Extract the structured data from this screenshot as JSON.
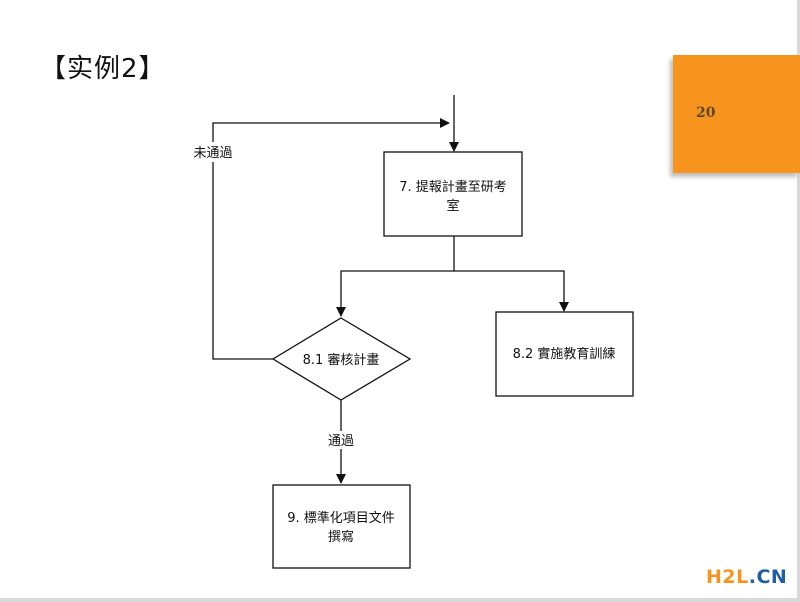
{
  "slide": {
    "title": "【实例2】",
    "page_number": "20",
    "accent_color": "#f7941d"
  },
  "diagram": {
    "nodes": {
      "submit": {
        "line1": "7. 提報計畫至研考",
        "line2": "室"
      },
      "review": {
        "label": "8.1 審核計畫"
      },
      "training": {
        "label": "8.2 實施教育訓練"
      },
      "standardize": {
        "line1": "9. 標準化項目文件",
        "line2": "撰寫"
      }
    },
    "edges": {
      "fail_label": "未通過",
      "pass_label": "通過"
    }
  },
  "watermark": {
    "part1": "H2L",
    "part2": ".CN"
  }
}
